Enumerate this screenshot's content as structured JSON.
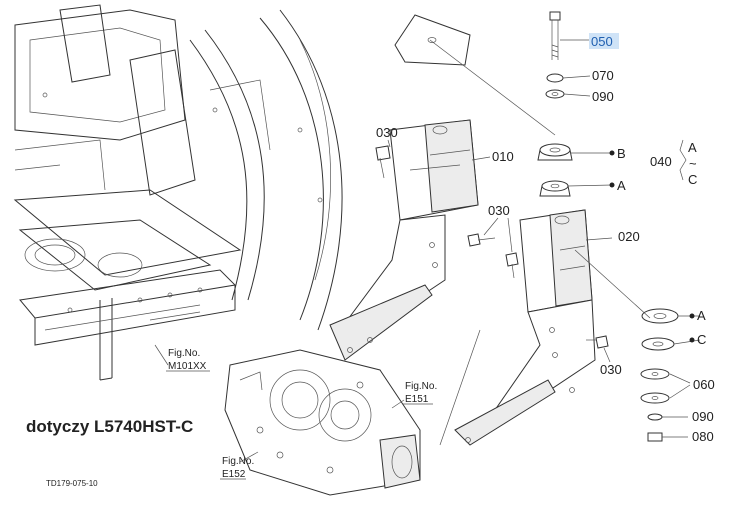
{
  "diagram": {
    "applies_to": "dotyczy L5740HST-C",
    "drawing_code": "TD179-075-10",
    "highlighted_part": "050",
    "part_labels": {
      "p050": "050",
      "p070": "070",
      "p090_top": "090",
      "p010": "010",
      "p030_a": "030",
      "p030_b": "030",
      "p030_c": "030",
      "p020": "020",
      "p040": "040",
      "p060": "060",
      "p090_bottom": "090",
      "p080": "080"
    },
    "group_040": {
      "top": "A",
      "middle": "~",
      "bottom": "C"
    },
    "letters": {
      "b": "B",
      "a1": "A",
      "a2": "A",
      "c": "C"
    },
    "fig_refs": [
      {
        "label": "Fig.No.",
        "number": "M101XX"
      },
      {
        "label": "Fig.No.",
        "number": "E151"
      },
      {
        "label": "Fig.No.",
        "number": "E152"
      }
    ]
  }
}
